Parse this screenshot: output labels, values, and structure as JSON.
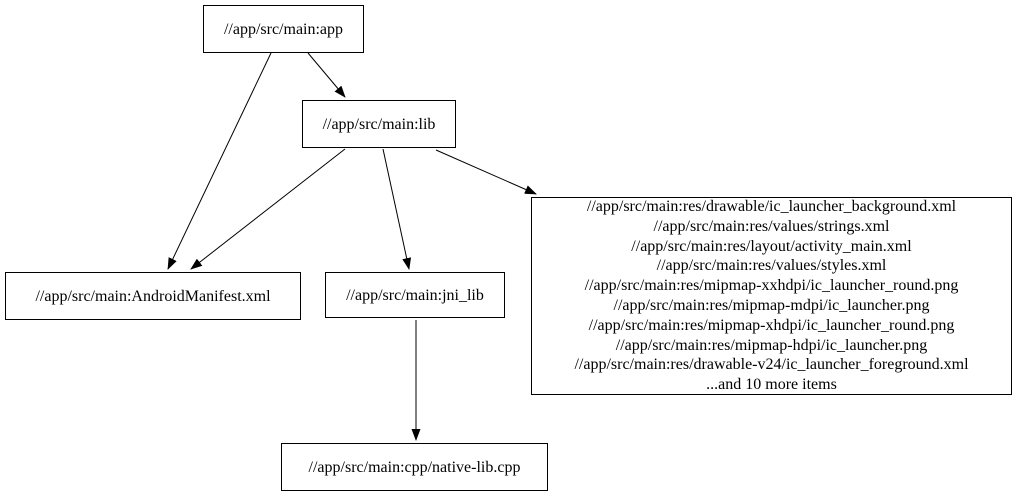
{
  "diagram": {
    "type": "dependency-graph",
    "background_color": "#ffffff",
    "node_fill_color": "#ffffff",
    "node_border_color": "#000000",
    "edge_color": "#000000",
    "text_color": "#000000",
    "nodes": {
      "app": {
        "label": "//app/src/main:app"
      },
      "lib": {
        "label": "//app/src/main:lib"
      },
      "manifest": {
        "label": "//app/src/main:AndroidManifest.xml"
      },
      "jni_lib": {
        "label": "//app/src/main:jni_lib"
      },
      "native_lib_cpp": {
        "label": "//app/src/main:cpp/native-lib.cpp"
      },
      "resources": {
        "lines": [
          "//app/src/main:res/drawable/ic_launcher_background.xml",
          "//app/src/main:res/values/strings.xml",
          "//app/src/main:res/layout/activity_main.xml",
          "//app/src/main:res/values/styles.xml",
          "//app/src/main:res/mipmap-xxhdpi/ic_launcher_round.png",
          "//app/src/main:res/mipmap-mdpi/ic_launcher.png",
          "//app/src/main:res/mipmap-xhdpi/ic_launcher_round.png",
          "//app/src/main:res/mipmap-hdpi/ic_launcher.png",
          "//app/src/main:res/drawable-v24/ic_launcher_foreground.xml",
          "...and 10 more items"
        ]
      }
    },
    "edges": [
      {
        "from": "app",
        "to": "manifest"
      },
      {
        "from": "app",
        "to": "lib"
      },
      {
        "from": "lib",
        "to": "manifest"
      },
      {
        "from": "lib",
        "to": "jni_lib"
      },
      {
        "from": "lib",
        "to": "resources"
      },
      {
        "from": "jni_lib",
        "to": "native_lib_cpp"
      }
    ]
  }
}
